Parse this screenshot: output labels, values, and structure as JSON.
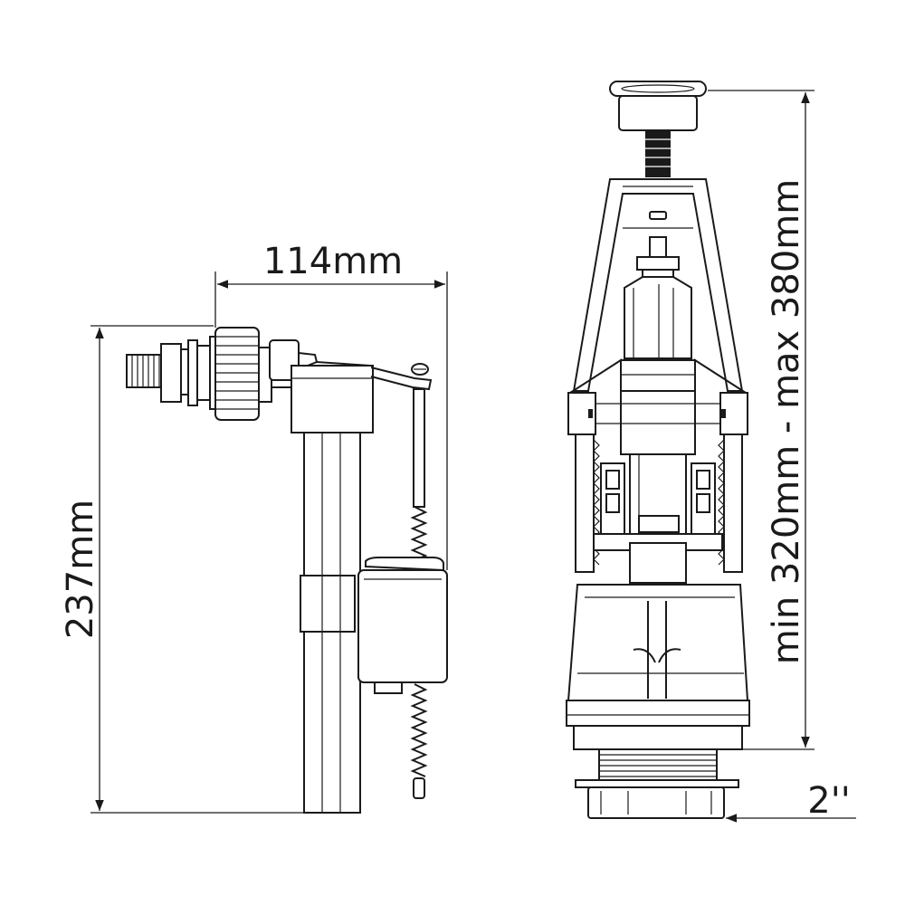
{
  "dimensions": {
    "width_label": "114mm",
    "height_label": "237mm",
    "range_label": "min 320mm - max 380mm",
    "thread_label": "2''"
  },
  "colors": {
    "line": "#1a1a1a",
    "background": "#ffffff"
  }
}
